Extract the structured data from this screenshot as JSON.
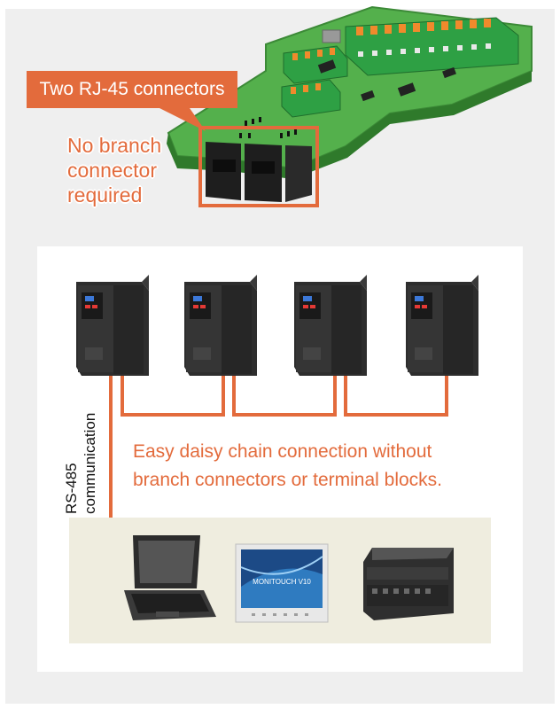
{
  "callout": {
    "label": "Two RJ-45 connectors"
  },
  "note": {
    "line1": "No branch",
    "line2": "connector",
    "line3": "required"
  },
  "rs485": {
    "line1": "RS-485",
    "line2": "communication"
  },
  "chain_text": {
    "line1": "Easy daisy chain connection without",
    "line2": "branch connectors or terminal blocks."
  },
  "hmi": {
    "screen_text": "MONITOUCH V10"
  },
  "colors": {
    "accent": "#e36b3c",
    "board_green": "#4caf50",
    "inverter": "#2b2b2b",
    "band": "#efeddf"
  }
}
